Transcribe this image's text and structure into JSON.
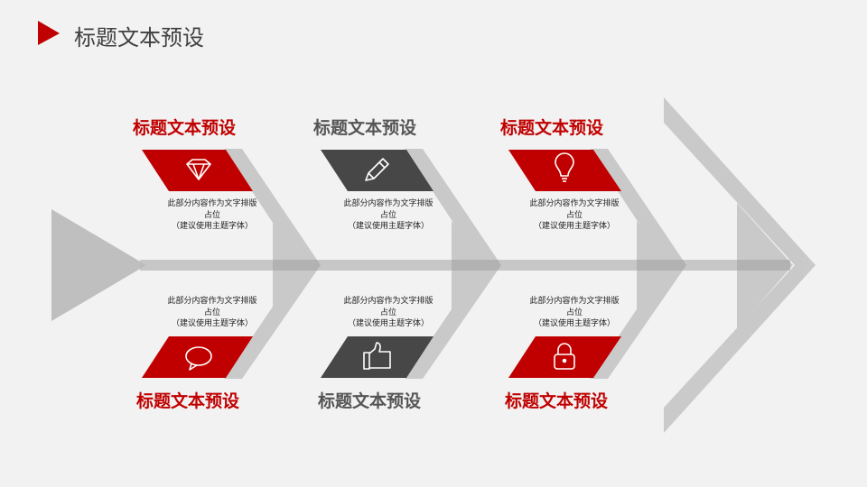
{
  "header": {
    "title": "标题文本预设",
    "accent": "#c00000"
  },
  "items": [
    {
      "title": "标题文本预设",
      "body": [
        "此部分内容作为文字排版",
        "占位",
        "（建议使用主题字体）"
      ],
      "icon": "diamond-icon",
      "color": "#c00000"
    },
    {
      "title": "标题文本预设",
      "body": [
        "此部分内容作为文字排版",
        "占位",
        "（建议使用主题字体）"
      ],
      "icon": "pencil-icon",
      "color": "#474747"
    },
    {
      "title": "标题文本预设",
      "body": [
        "此部分内容作为文字排版",
        "占位",
        "（建议使用主题字体）"
      ],
      "icon": "lightbulb-icon",
      "color": "#c00000"
    },
    {
      "title": "标题文本预设",
      "body": [
        "此部分内容作为文字排版",
        "占位",
        "（建议使用主题字体）"
      ],
      "icon": "speech-bubble-icon",
      "color": "#c00000"
    },
    {
      "title": "标题文本预设",
      "body": [
        "此部分内容作为文字排版",
        "占位",
        "（建议使用主题字体）"
      ],
      "icon": "thumbs-up-icon",
      "color": "#474747"
    },
    {
      "title": "标题文本预设",
      "body": [
        "此部分内容作为文字排版",
        "占位",
        "（建议使用主题字体）"
      ],
      "icon": "padlock-icon",
      "color": "#c00000"
    }
  ]
}
